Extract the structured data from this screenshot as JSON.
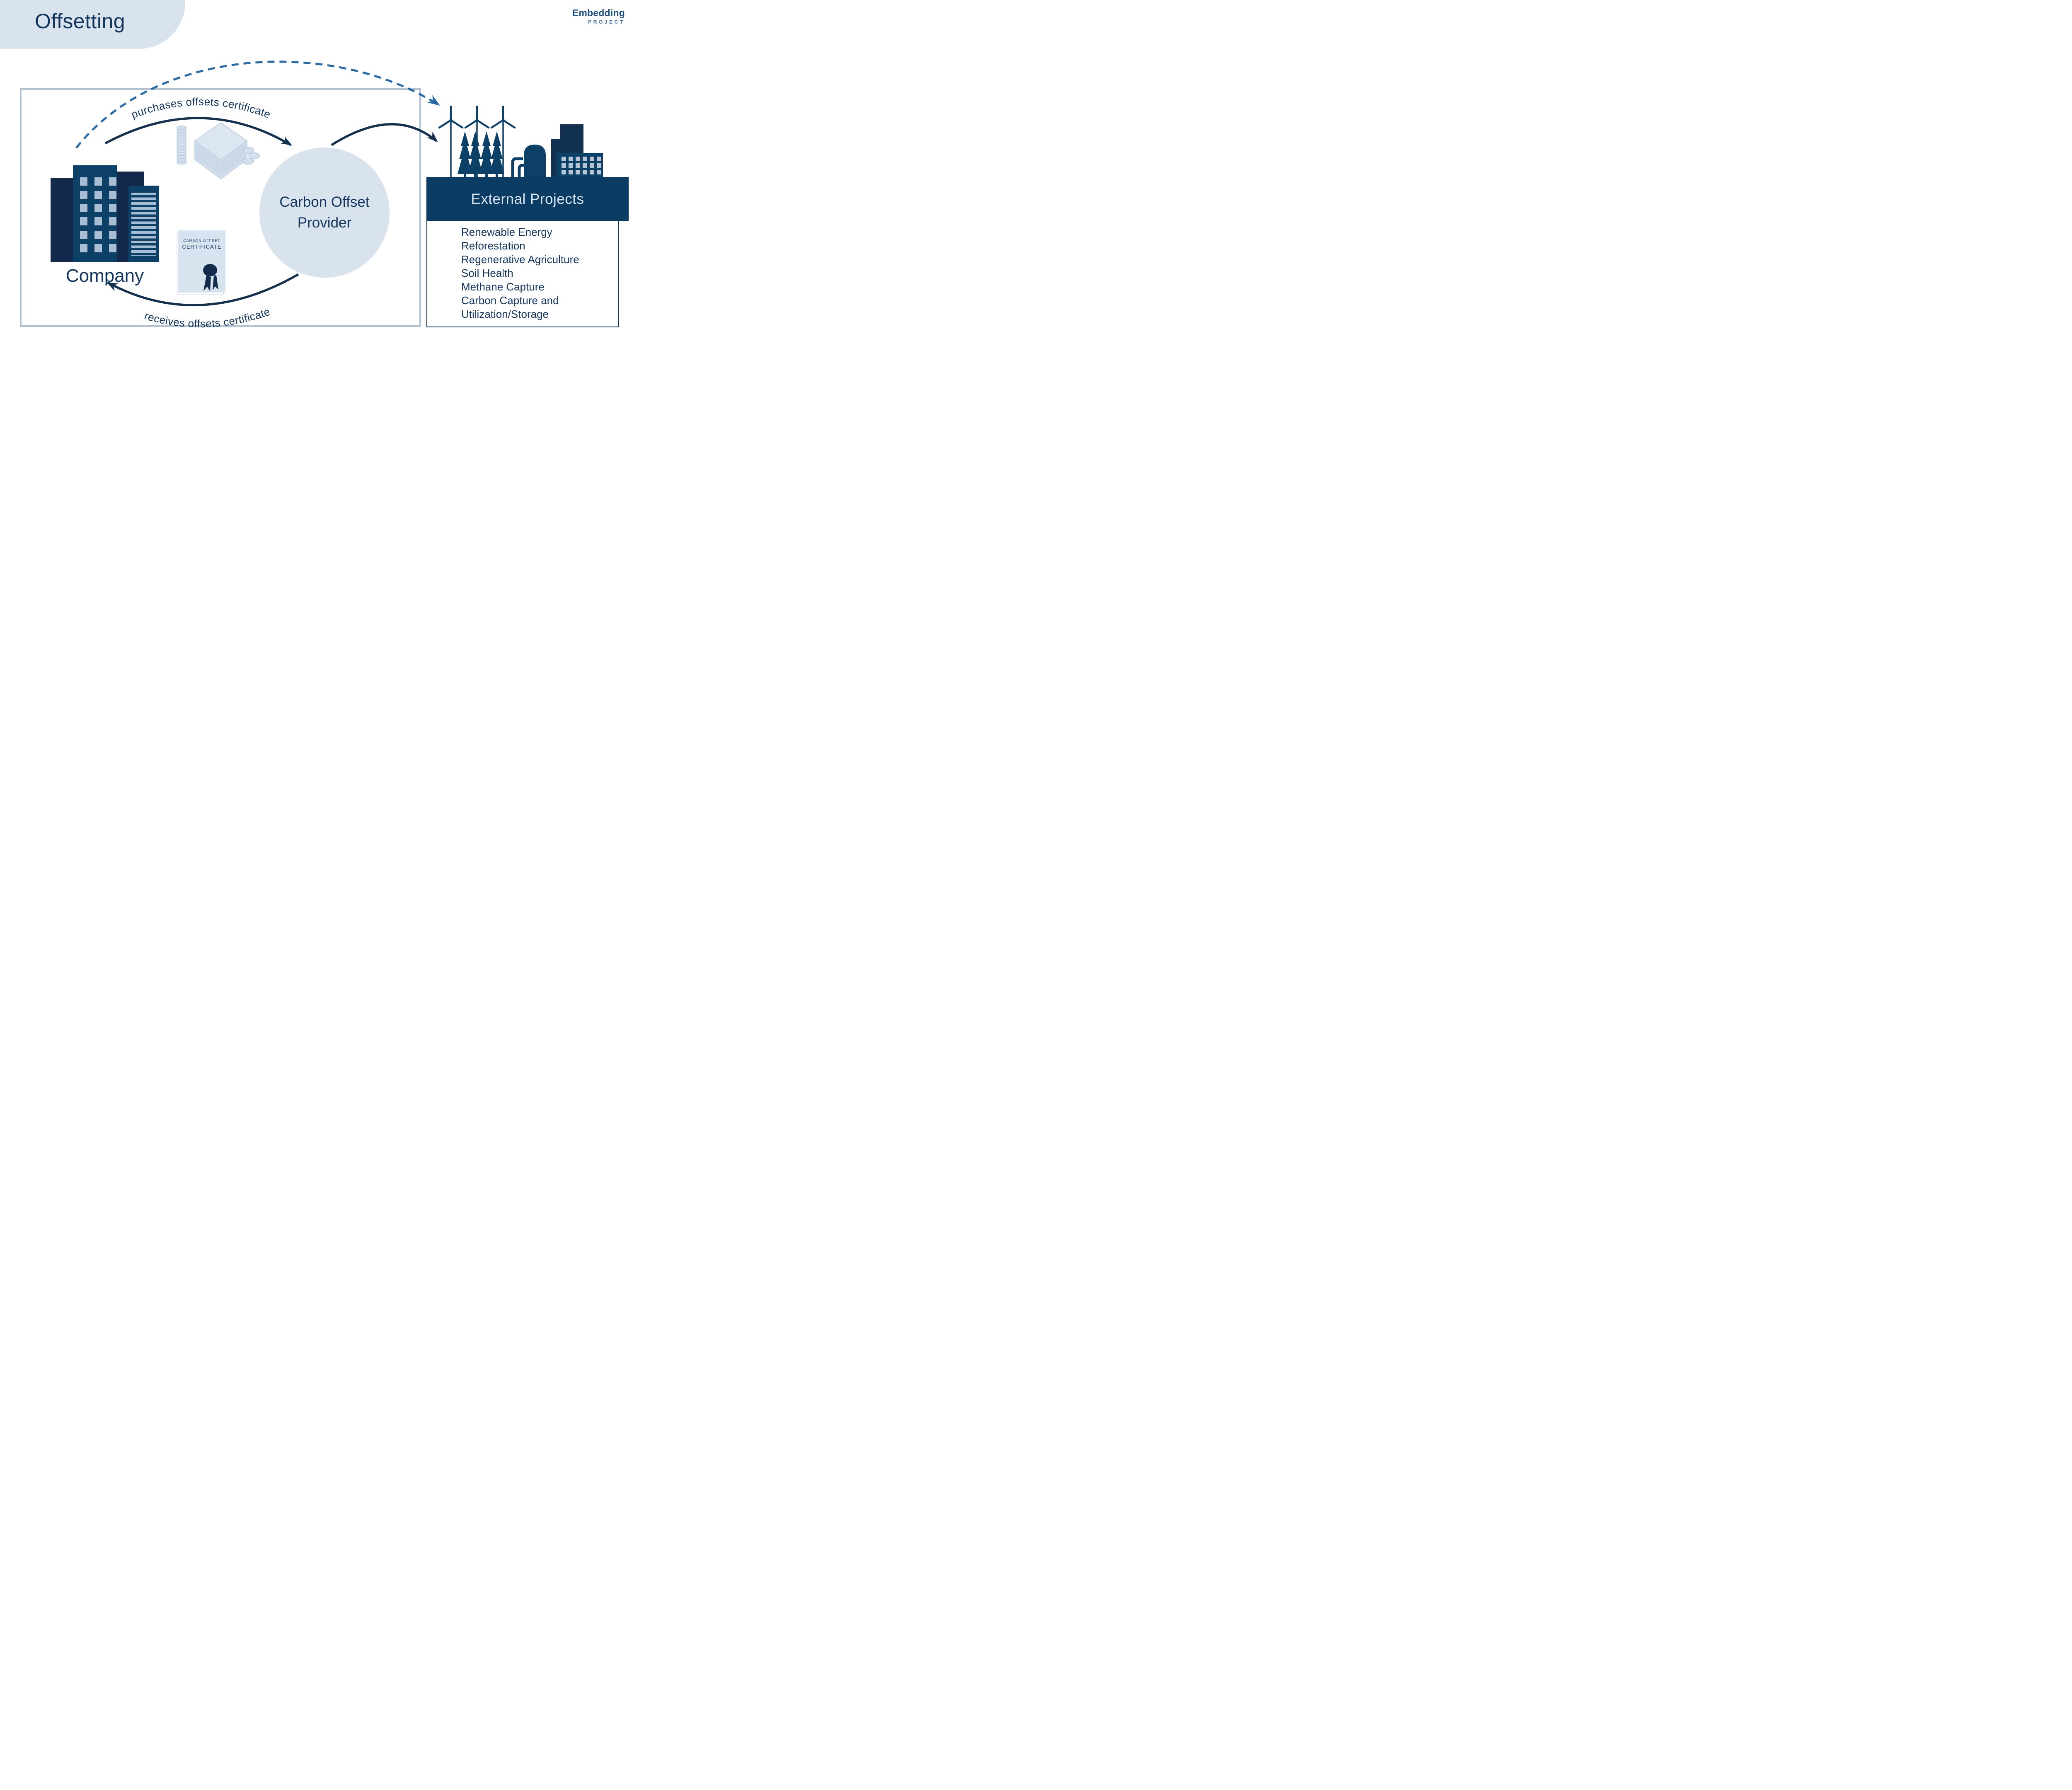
{
  "page": {
    "title": "Offsetting"
  },
  "logo": {
    "name": "Embedding",
    "subname": "PROJECT"
  },
  "company": {
    "label": "Company"
  },
  "provider": {
    "line1": "Carbon Offset",
    "line2": "Provider"
  },
  "flows": {
    "purchases_label": "purchases offsets certificate",
    "receives_label": "receives offsets certificate"
  },
  "certificate": {
    "line1": "CARBON OFFSET",
    "line2": "CERTIFICATE"
  },
  "external_projects": {
    "header": "External Projects",
    "items": [
      "Renewable Energy",
      "Reforestation",
      "Regenerative Agriculture",
      "Soil Health",
      "Methane Capture",
      "Carbon Capture and Utilization/Storage"
    ]
  },
  "colors": {
    "navy_text": "#14355c",
    "navy_dark": "#13294b",
    "navy_mid": "#0d4067",
    "bar_navy": "#0b3c63",
    "light_blue": "#d8e3ee",
    "dashed_blue": "#2a6aa4",
    "frame_border": "#b0c2d3",
    "window_light": "#a9bed5"
  }
}
